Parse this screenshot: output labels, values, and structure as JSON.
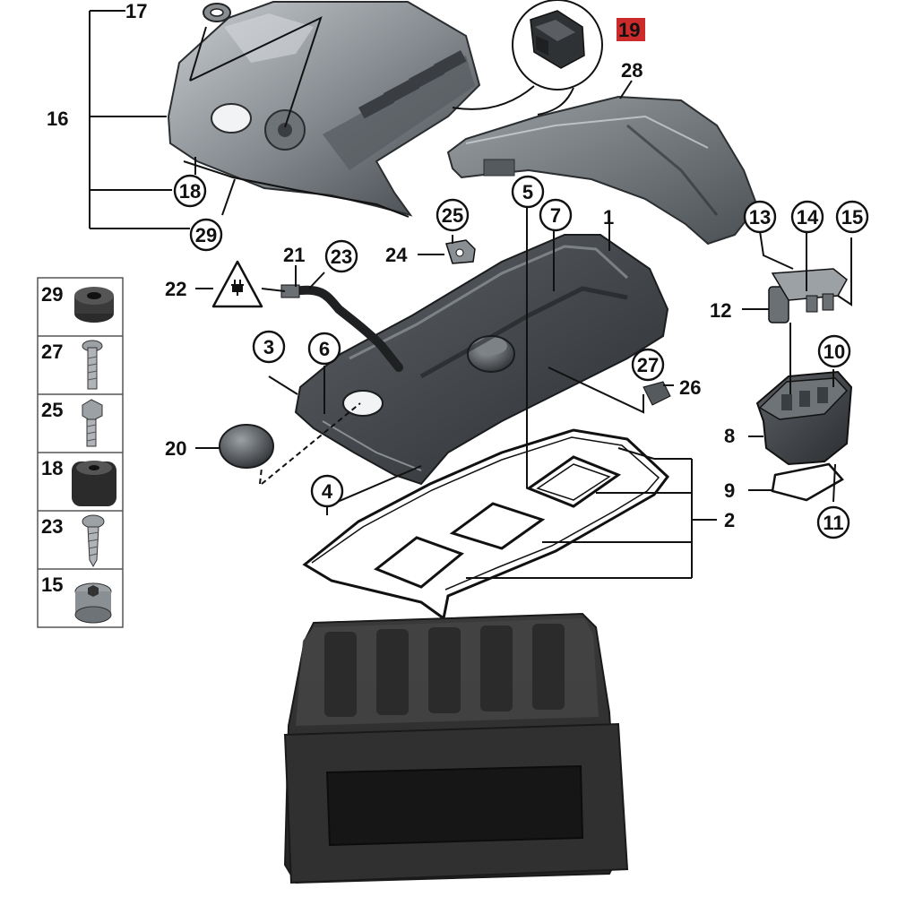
{
  "colors": {
    "highlight": "#cc2b2b",
    "part_dark": "#3f4348",
    "part_mid": "#6b7075",
    "part_light": "#9ca1a6",
    "rubber": "#2d2d2d"
  },
  "callouts": {
    "c1": "1",
    "c2": "2",
    "c3": "3",
    "c4": "4",
    "c5": "5",
    "c6": "6",
    "c7": "7",
    "c8": "8",
    "c9": "9",
    "c10": "10",
    "c11": "11",
    "c12": "12",
    "c13": "13",
    "c14": "14",
    "c15": "15",
    "c16": "16",
    "c17": "17",
    "c18": "18",
    "c19": "19",
    "c20": "20",
    "c21": "21",
    "c22": "22",
    "c23": "23",
    "c24": "24",
    "c25": "25",
    "c26": "26",
    "c27": "27",
    "c28": "28",
    "c29": "29"
  },
  "hardware_legend": [
    {
      "number": "29",
      "icon": "grommet-icon"
    },
    {
      "number": "27",
      "icon": "bolt-icon"
    },
    {
      "number": "25",
      "icon": "hex-bolt-icon"
    },
    {
      "number": "18",
      "icon": "rubber-mount-icon"
    },
    {
      "number": "23",
      "icon": "screw-icon"
    },
    {
      "number": "15",
      "icon": "plug-bolt-icon"
    }
  ],
  "highlighted_part": "19",
  "product_photo": "rubber-buffer-icon"
}
